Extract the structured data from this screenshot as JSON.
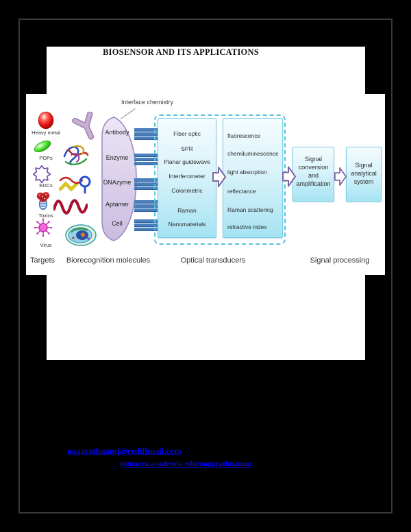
{
  "document": {
    "title": "BIOSENSOR AND ITS APPLICATIONS",
    "links": {
      "email": "nagarathnamj@rediffmail.com",
      "profile": "jntuacea.academia.edu/nagarathnamm"
    }
  },
  "figure": {
    "interface_chemistry_label": "Interface chemistry",
    "targets": {
      "section_label": "Targets",
      "items": [
        {
          "icon": "heavy-metal-orb-icon",
          "label": "Heavy metal"
        },
        {
          "icon": "pops-orb-icon",
          "label": "POPs"
        },
        {
          "icon": "edcs-star-icon",
          "label": "EDCs"
        },
        {
          "icon": "toxins-icon",
          "label": "Toxins"
        },
        {
          "icon": "virus-icon",
          "label": "Virus"
        }
      ]
    },
    "biorecognition": {
      "section_label": "Biorecognition molecules",
      "molecules": [
        "Antibody",
        "Enzyme",
        "DNAzyme",
        "Aptamer",
        "Cell"
      ]
    },
    "optical_transducers": {
      "section_label": "Optical transducers",
      "techniques": [
        "Fiber optic",
        "SPR",
        "Planar guidewave",
        "Interferometer",
        "Colorimetric",
        "Raman",
        "Nanomaterials"
      ],
      "phenomena": [
        "fluorescence",
        "chemiluminescence",
        "light absorption",
        "reflectance",
        "Raman scattering",
        "refractive index"
      ]
    },
    "signal_processing": {
      "section_label": "Signal processing",
      "conversion_box": "Signal conversion and amplification",
      "analysis_box": "Signal analytical system"
    }
  },
  "colors": {
    "background": "#000000",
    "page": "#ffffff",
    "link_blue": "#0202f0",
    "cyan_box_top": "#f4fcfe",
    "cyan_box_bottom": "#a6e3f3",
    "cyan_box_border": "#7bcde4",
    "dashed_border": "#58c3d9",
    "connector_blue": "#4a7fbe",
    "lavender_fill": "#d9cde9",
    "lavender_border": "#9b84bf",
    "arrow_purple": "#8064a2"
  }
}
